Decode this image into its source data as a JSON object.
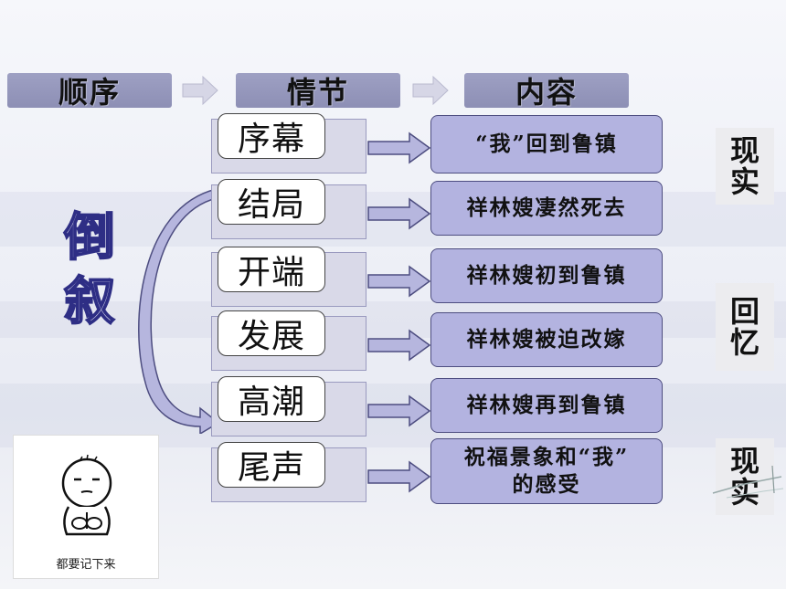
{
  "headers": [
    "顺序",
    "情节",
    "内容"
  ],
  "order_label": "倒叙",
  "stages": [
    "序幕",
    "结局",
    "开端",
    "发展",
    "高潮",
    "尾声"
  ],
  "contents": [
    "“我”回到鲁镇",
    "祥林嫂凄然死去",
    "祥林嫂初到鲁镇",
    "祥林嫂被迫改嫁",
    "祥林嫂再到鲁镇",
    "祝福景象和“我”的感受"
  ],
  "content_last_line1": "祝福景象和“我”",
  "content_last_line2": "的感受",
  "side_labels": [
    {
      "line1": "现",
      "line2": "实"
    },
    {
      "line1": "回",
      "line2": "忆"
    },
    {
      "line1": "现",
      "line2": "实"
    }
  ],
  "meme_caption": "都要记下来",
  "colors": {
    "header_bg": "#9ea0c3",
    "content_bg": "#b3b3e0",
    "arrow_fill": "#b6b6de",
    "arrow_stroke": "#4d4d80",
    "order_text_stroke": "#2e2e85"
  }
}
